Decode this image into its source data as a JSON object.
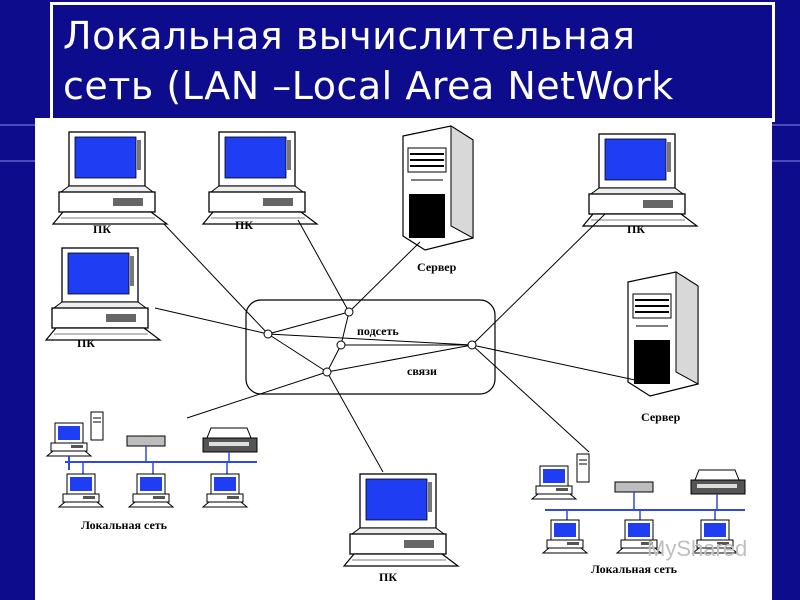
{
  "slide": {
    "title": "Локальная вычислительная\nсеть (LAN –Local Area NetWork"
  },
  "diagram": {
    "labels": {
      "pc": "ПК",
      "server": "Сервер",
      "subnet_word1": "подсеть",
      "subnet_word2": "связи",
      "local_network": "Локальная сеть"
    },
    "watermark": "MyShared"
  },
  "colors": {
    "background": "#0c0c8c",
    "screen": "#1f3df2",
    "canvas": "#ffffff"
  }
}
